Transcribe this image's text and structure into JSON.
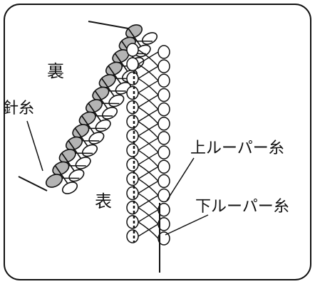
{
  "labels": {
    "back_side": "裏",
    "front_side": "表",
    "needle_thread": "針糸",
    "upper_looper_thread": "上ルーパー糸",
    "lower_looper_thread": "下ルーパー糸"
  },
  "colors": {
    "line": "#111111",
    "thread_fill": "#b4b4b4",
    "background": "#ffffff"
  }
}
